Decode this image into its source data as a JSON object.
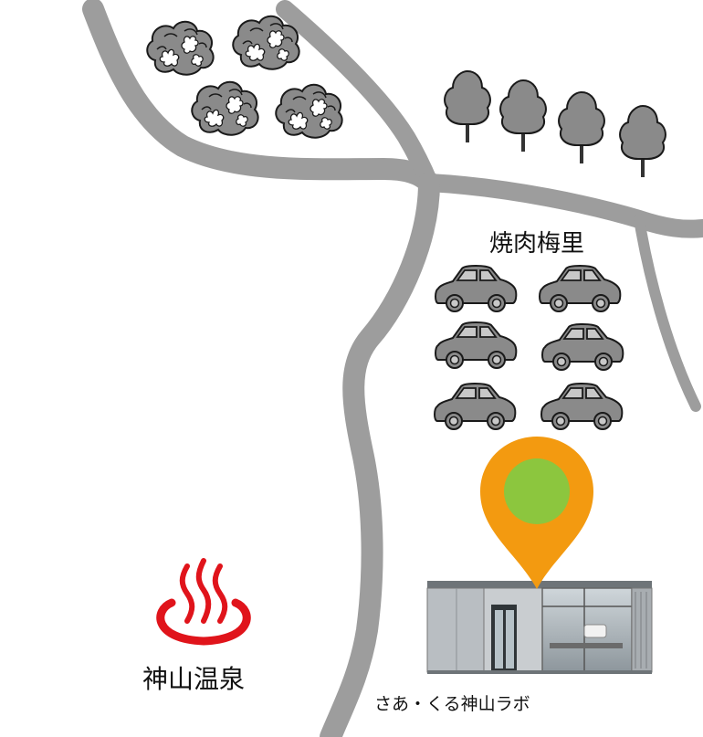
{
  "labels": {
    "yakiniku": "焼肉梅里",
    "onsen": "神山温泉",
    "lab": "さあ・くる神山ラボ"
  },
  "icons": {
    "bush": "bush-icon",
    "tree": "tree-icon",
    "car": "car-icon",
    "pin": "map-pin-icon",
    "onsen": "hot-spring-icon",
    "building": "building-photo"
  },
  "colors": {
    "road": "#9d9d9d",
    "pin_outer": "#f39a10",
    "pin_inner": "#8cc63e",
    "onsen": "#e0141b",
    "icon_fill": "#8a8a8a",
    "icon_stroke": "#1a1a1a"
  }
}
